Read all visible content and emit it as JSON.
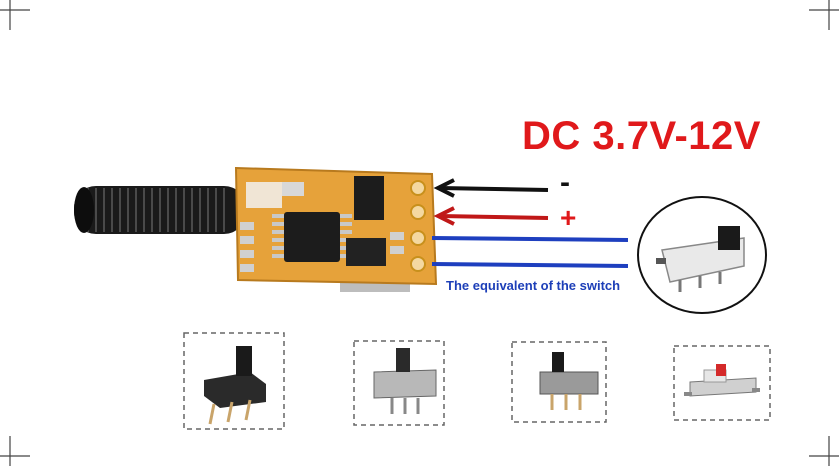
{
  "image": {
    "voltage_label": "DC 3.7V-12V",
    "negative_label": "-",
    "positive_label": "+",
    "switch_caption": "The equivalent of the switch",
    "colors": {
      "label_red": "#e0191b",
      "wire_black": "#111111",
      "wire_red": "#c01818",
      "wire_blue": "#1e3fbf",
      "pcb": "#e6a23a",
      "caption_blue": "#1d3fb8"
    },
    "pictures": {
      "receiver_module": "rf-receiver-module",
      "antenna": "coiled-antenna",
      "switch_callout": "slide-switch-callout",
      "example_switches": [
        "slide-switch-1",
        "slide-switch-2",
        "slide-switch-3",
        "slide-switch-4"
      ]
    }
  }
}
